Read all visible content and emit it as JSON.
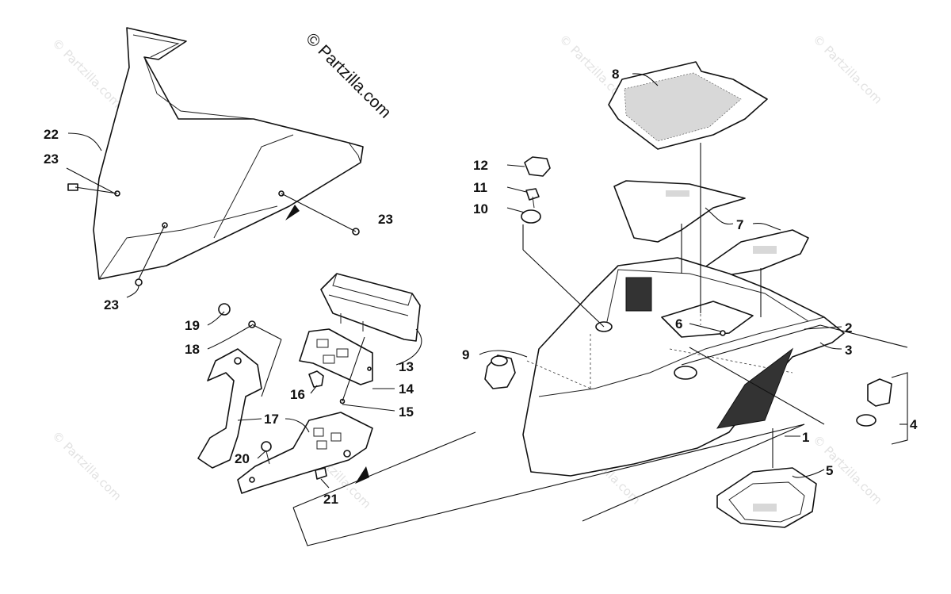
{
  "copyright": "© Partzilla.com",
  "watermark": "© Partzilla.com",
  "callouts": [
    "1",
    "2",
    "3",
    "4",
    "5",
    "6",
    "7",
    "8",
    "9",
    "10",
    "11",
    "12",
    "13",
    "14",
    "15",
    "16",
    "17",
    "18",
    "19",
    "20",
    "21",
    "22",
    "23",
    "23",
    "23"
  ]
}
